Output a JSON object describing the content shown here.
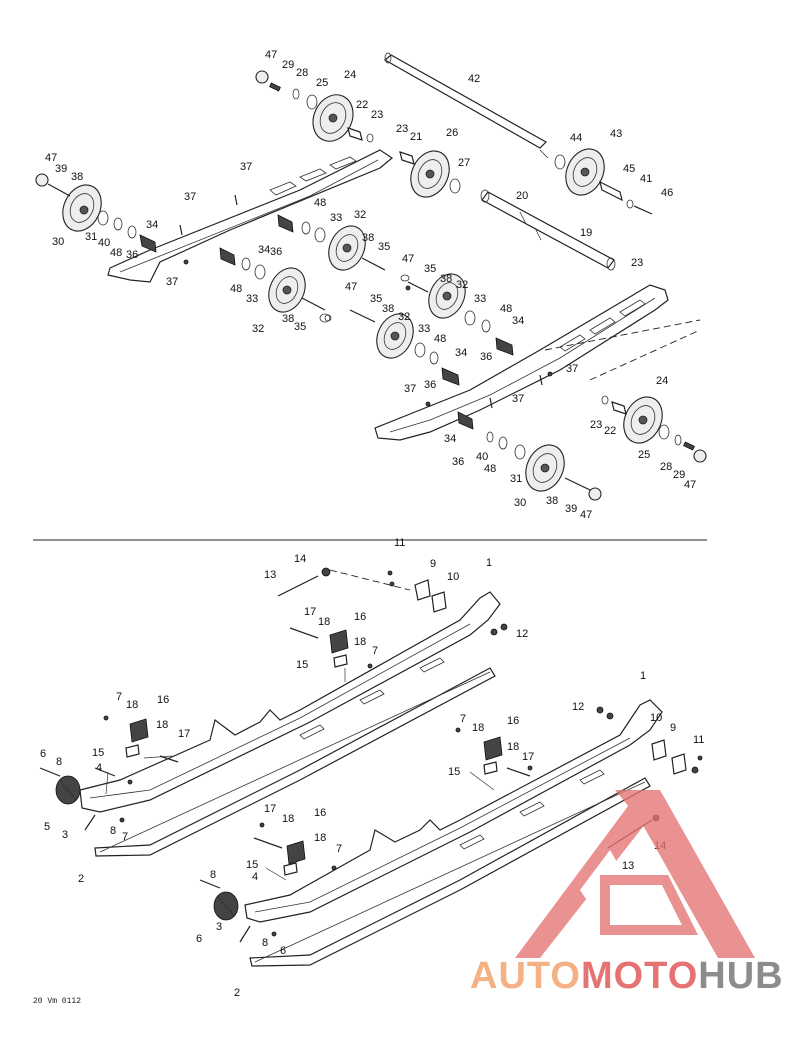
{
  "figure_code": "20 Vm 0112",
  "watermark": {
    "part1": "AUTO",
    "part2": "MOTO",
    "part3": "HUB",
    "color1": "#f4b183",
    "color2": "#e57373",
    "color3": "#8c8c8c"
  },
  "callouts": {
    "top": [
      "47",
      "29",
      "28",
      "25",
      "24",
      "22",
      "23",
      "23",
      "21",
      "26",
      "27",
      "20",
      "19",
      "42",
      "44",
      "43",
      "45",
      "41",
      "46",
      "47",
      "39",
      "38",
      "30",
      "31",
      "40",
      "48",
      "36",
      "34",
      "37",
      "37",
      "37",
      "48",
      "33",
      "32",
      "38",
      "35",
      "34",
      "36",
      "48",
      "33",
      "32",
      "38",
      "35",
      "47",
      "35",
      "38",
      "32",
      "33",
      "48",
      "34",
      "36",
      "47",
      "35",
      "38",
      "32",
      "33",
      "48",
      "34",
      "36",
      "37",
      "37",
      "37",
      "34",
      "36",
      "40",
      "48",
      "31",
      "30",
      "38",
      "39",
      "47",
      "23",
      "24",
      "23",
      "22",
      "25",
      "28",
      "29",
      "47"
    ],
    "bottom": [
      "14",
      "13",
      "11",
      "9",
      "10",
      "1",
      "17",
      "18",
      "16",
      "18",
      "15",
      "7",
      "12",
      "7",
      "18",
      "16",
      "18",
      "17",
      "15",
      "6",
      "8",
      "4",
      "5",
      "3",
      "8",
      "7",
      "2",
      "12",
      "1",
      "7",
      "18",
      "16",
      "18",
      "17",
      "15",
      "10",
      "9",
      "11",
      "17",
      "18",
      "16",
      "18",
      "7",
      "15",
      "8",
      "4",
      "6",
      "3",
      "8",
      "6",
      "2",
      "13",
      "14"
    ]
  }
}
